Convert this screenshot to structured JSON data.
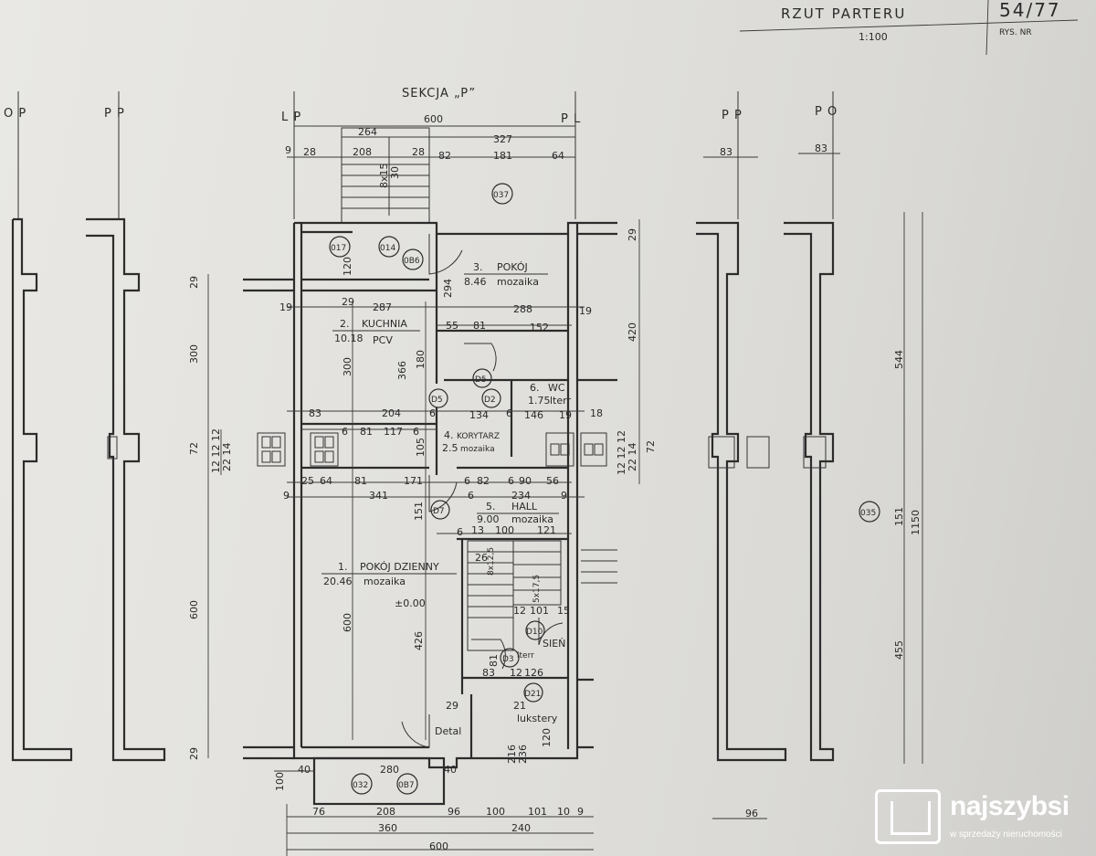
{
  "title_block": {
    "title": "RZUT PARTERU",
    "scale": "1:100",
    "sheet_number": "54/77",
    "sheet_label": "RYS. NR"
  },
  "section_label": "SEKCJA „P”",
  "axis_letters": {
    "far_left": "O  P",
    "left": "P  P",
    "center_left": "L  P",
    "center_right": "P  L",
    "right": "P  P",
    "far_right": "P  O"
  },
  "rooms": [
    {
      "number": "1.",
      "name": "POKÓJ DZIENNY",
      "area": "20.46",
      "finish": "mozaika"
    },
    {
      "number": "2.",
      "name": "KUCHNIA",
      "area": "10.18",
      "finish": "PCV"
    },
    {
      "number": "3.",
      "name": "POKÓJ",
      "area": "8.46",
      "finish": "mozaika"
    },
    {
      "number": "4.",
      "name": "KORYTARZ",
      "area": "2.5",
      "finish": "mozaika"
    },
    {
      "number": "5.",
      "name": "HALL",
      "area": "9.00",
      "finish": "mozaika"
    },
    {
      "number": "6.",
      "name": "WC",
      "area": "1.75",
      "finish": "lterr"
    }
  ],
  "level_mark": "±0.00",
  "detail_label": "Detal",
  "sien_label": "SIEŃ",
  "lukstery_label": "lukstery",
  "terr_label": "lterr",
  "window_tags": [
    "037",
    "017",
    "014",
    "0B6",
    "032",
    "0B7",
    "035"
  ],
  "door_tags": [
    "D5",
    "D5",
    "D2",
    "D7",
    "D10",
    "D3",
    "D21"
  ],
  "dims": {
    "top_overall": "600",
    "top_a": "264",
    "top_b": "327",
    "top_c1": "9",
    "top_c2": "28",
    "top_c3": "208",
    "top_c4": "28",
    "top_c5": "82",
    "top_c6": "181",
    "top_c7": "64",
    "stair_a": "8x15",
    "stair_b": "30",
    "row1_a": "19",
    "row1_b": "29",
    "row1_c": "287",
    "row1_d": "288",
    "row1_e": "19",
    "row2_a": "55",
    "row2_b": "81",
    "row2_c": "152",
    "kitchen_h": "300",
    "kitchen_h2": "366",
    "kitchen_h3": "180",
    "pok_h": "294",
    "pok_h2": "120",
    "row3_a": "83",
    "row3_b": "204",
    "row3_c": "6",
    "row3_d": "134",
    "row3_e": "6",
    "row3_f": "146",
    "row3_g": "19",
    "row3_h": "18",
    "row4_a": "6",
    "row4_b": "81",
    "row4_c": "117",
    "row4_d": "6",
    "row4_e": "105",
    "row5_a": "25",
    "row5_b": "64",
    "row5_c": "81",
    "row5_d": "171",
    "row5_e": "6",
    "row5_f": "82",
    "row5_g": "6",
    "row5_h": "90",
    "row5_i": "56",
    "row6_a": "9",
    "row6_b": "341",
    "row6_c": "6",
    "row6_d": "234",
    "row6_e": "9",
    "row7_a": "151",
    "row7_b": "6",
    "row7_c": "13",
    "row7_d": "100",
    "row7_e": "121",
    "living_h": "600",
    "living_h2": "426",
    "right_420": "420",
    "right_72": "72",
    "right_544": "544",
    "right_151": "151",
    "right_455": "455",
    "right_1150": "1150",
    "left_29a": "29",
    "left_300": "300",
    "left_72": "72",
    "left_12": "12 12 12",
    "left_2214": "22 14",
    "left_600": "600",
    "left_29b": "29",
    "stair_26": "26",
    "stair_8x125": "8x12,5",
    "stair_5x175": "5x17,5",
    "stair_12": "12",
    "stair_101": "101",
    "stair_15": "15",
    "sien_126": "126",
    "sien_12": "12",
    "sien_81": "81",
    "sien_83": "83",
    "sien_29": "29",
    "sien_21": "21",
    "sien_120": "120",
    "sien_216": "216",
    "sien_236": "236",
    "bot_40a": "40",
    "bot_280": "280",
    "bot_40b": "40",
    "bot_100": "100",
    "bot_76": "76",
    "bot_208": "208",
    "bot_96": "96",
    "bot_100b": "100",
    "bot_101": "101",
    "bot_10": "10",
    "bot_9": "9",
    "bot_360": "360",
    "bot_240": "240",
    "bot_600": "600",
    "side_83a": "83",
    "side_83b": "83",
    "side_96": "96"
  },
  "watermark": {
    "brand": "najszybsi",
    "tagline": "w sprzedaży nieruchomości"
  }
}
